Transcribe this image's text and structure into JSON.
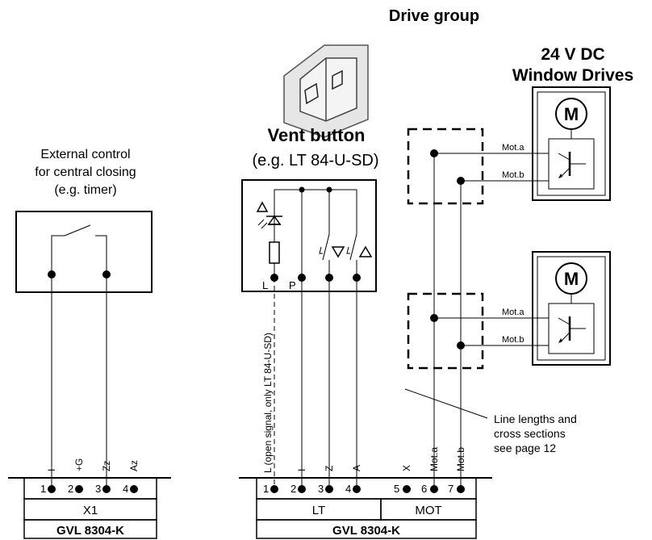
{
  "title": "Drive group",
  "drives_title": [
    "24 V DC",
    "Window Drives"
  ],
  "drive_labels": {
    "motor": "M",
    "mot_a": "Mot.a",
    "mot_b": "Mot.b"
  },
  "vent": {
    "title": "Vent button",
    "subtitle": "(e.g. LT 84-U-SD)",
    "terminal_l": "L",
    "terminal_p": "P"
  },
  "external": [
    "External control",
    "for central closing",
    "(e.g. timer)"
  ],
  "line_note": "L (open signal, only LT 84-U-SD)",
  "length_note": [
    "Line lengths and",
    "cross sections",
    "see page 12"
  ],
  "x1": {
    "pin_labels": [
      "I",
      "+G",
      "Zz",
      "Az"
    ],
    "numbers": [
      "1",
      "2",
      "3",
      "4"
    ],
    "name": "X1",
    "device": "GVL 8304-K"
  },
  "lt": {
    "pin_labels": [
      "L (open signal, only LT 84-U-SD)",
      "I",
      "Z",
      "A"
    ],
    "numbers": [
      "1",
      "2",
      "3",
      "4"
    ],
    "name": "LT"
  },
  "mot": {
    "pin_labels": [
      "X",
      "Mot.a",
      "Mot.b"
    ],
    "numbers": [
      "5",
      "6",
      "7"
    ],
    "name": "MOT"
  },
  "device_right": "GVL 8304-K"
}
